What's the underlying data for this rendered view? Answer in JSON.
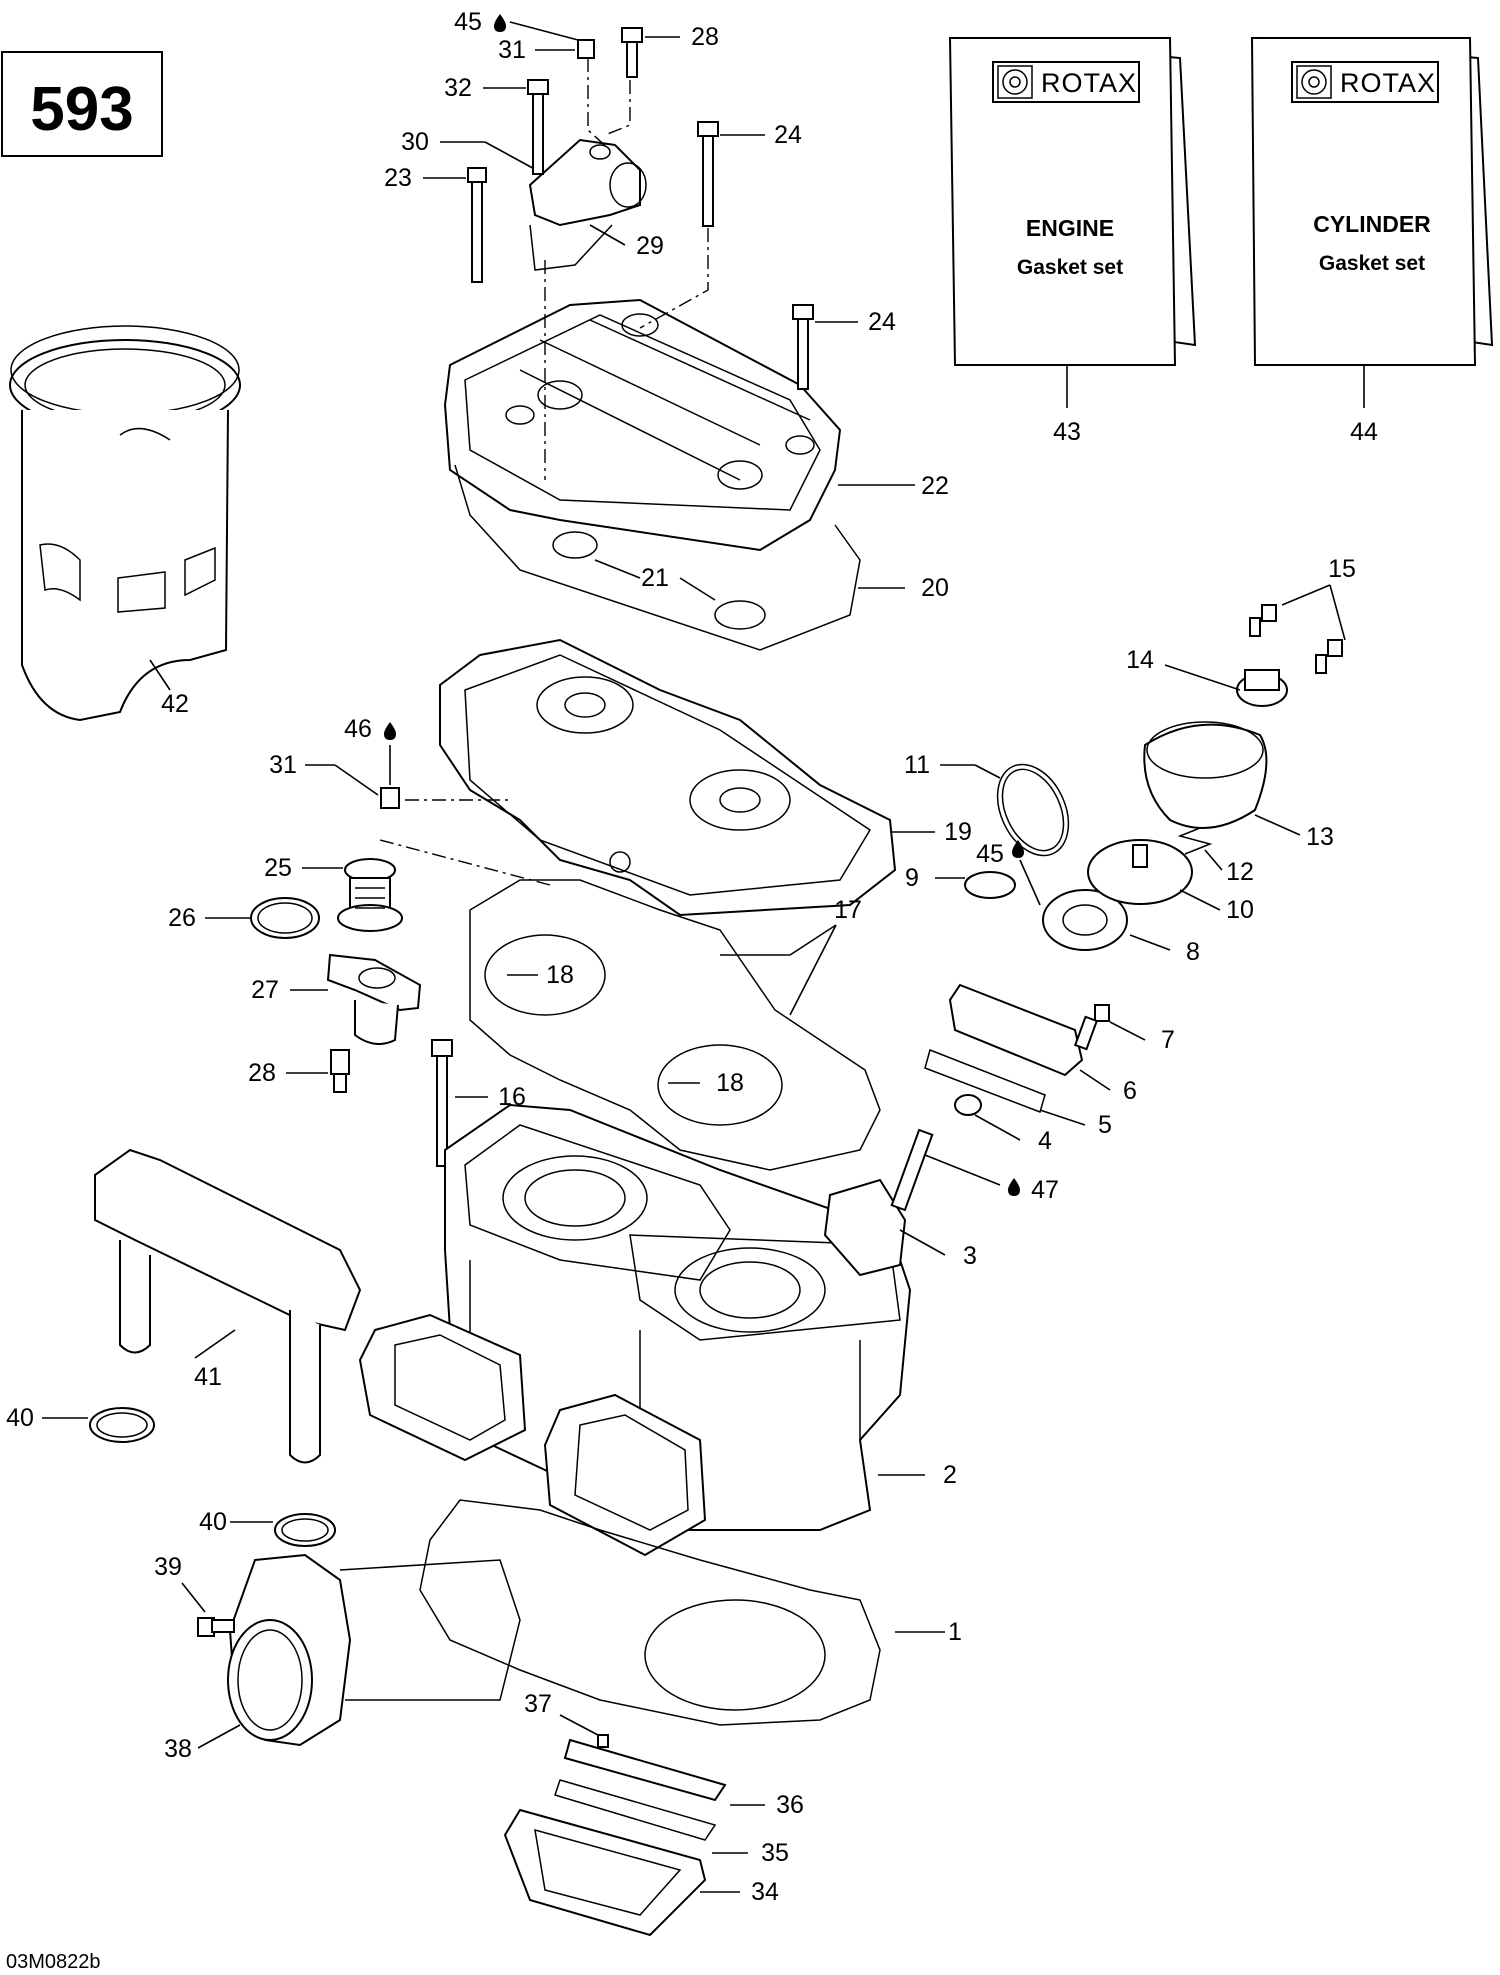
{
  "page_number": "593",
  "reference_code": "03M0822b",
  "kits": [
    {
      "brand": "ROTAX",
      "title": "ENGINE",
      "subtitle": "Gasket set",
      "callout": "43"
    },
    {
      "brand": "ROTAX",
      "title": "CYLINDER",
      "subtitle": "Gasket set",
      "callout": "44"
    }
  ],
  "oil_drop_icon": "oil-drop-icon",
  "callouts": {
    "c1": "1",
    "c2": "2",
    "c3": "3",
    "c4": "4",
    "c5": "5",
    "c6": "6",
    "c7": "7",
    "c8": "8",
    "c9": "9",
    "c10": "10",
    "c11": "11",
    "c12": "12",
    "c13": "13",
    "c14": "14",
    "c15": "15",
    "c16": "16",
    "c17": "17",
    "c18a": "18",
    "c18b": "18",
    "c19": "19",
    "c20": "20",
    "c21": "21",
    "c22": "22",
    "c23": "23",
    "c24a": "24",
    "c24b": "24",
    "c25": "25",
    "c26": "26",
    "c27": "27",
    "c28a": "28",
    "c28b": "28",
    "c29": "29",
    "c30": "30",
    "c31a": "31",
    "c31b": "31",
    "c32": "32",
    "c34": "34",
    "c35": "35",
    "c36": "36",
    "c37": "37",
    "c38": "38",
    "c39": "39",
    "c40a": "40",
    "c40b": "40",
    "c41": "41",
    "c42": "42",
    "c45a": "45",
    "c45b": "45",
    "c46": "46",
    "c47": "47"
  }
}
